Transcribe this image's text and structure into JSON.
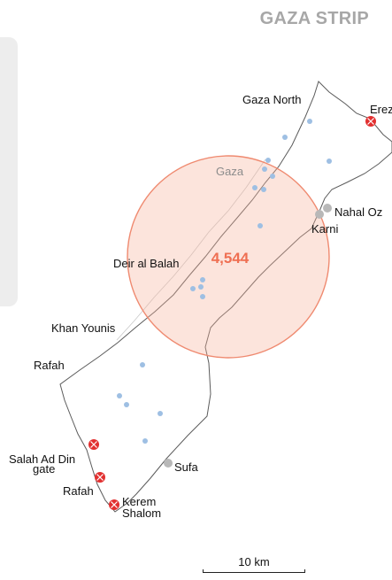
{
  "map": {
    "title": "GAZA STRIP",
    "circle": {
      "value": "4,544",
      "fill": "#f7b19c",
      "stroke": "#ef8a70"
    },
    "colors": {
      "land": "#ffffff",
      "outline": "#5b5b5b",
      "point": "#9ebfe3",
      "crossing_closed": "#e23030",
      "crossing_other": "#b8b8b8"
    },
    "labels": {
      "gaza_north": "Gaza North",
      "gaza": "Gaza",
      "deir_al_balah": "Deir al Balah",
      "khan_younis": "Khan Younis",
      "rafah": "Rafah"
    },
    "crossings": {
      "erez": "Erez",
      "nahal_oz": "Nahal Oz",
      "karni": "Karni",
      "salah_ad_din_line1": "Salah Ad Din",
      "salah_ad_din_line2": "gate",
      "rafah": "Rafah",
      "kerem_shalom_line1": "Kerem",
      "kerem_shalom_line2": "Shalom",
      "sufa": "Sufa"
    },
    "scale_label": "10 km"
  }
}
